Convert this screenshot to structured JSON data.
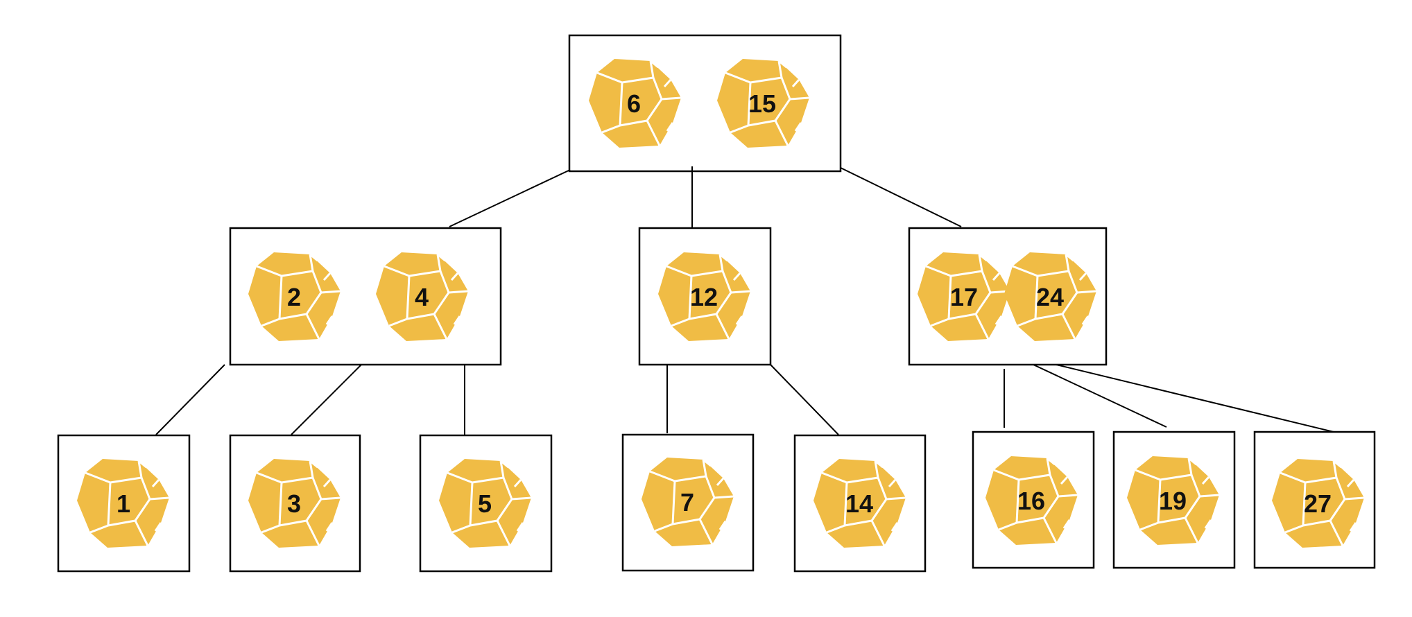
{
  "colors": {
    "die_fill": "#F0BC45",
    "die_lines": "#ffffff",
    "box_stroke": "#000000",
    "edge": "#000000",
    "text": "#111111"
  },
  "die_icon": "dodecahedron-die-icon",
  "tree": {
    "root": {
      "keys": [
        "6",
        "15"
      ]
    },
    "level1": [
      {
        "id": "left",
        "keys": [
          "2",
          "4"
        ]
      },
      {
        "id": "middle",
        "keys": [
          "12"
        ]
      },
      {
        "id": "right",
        "keys": [
          "17",
          "24"
        ]
      }
    ],
    "leaves": [
      {
        "id": "leaf-1",
        "keys": [
          "1"
        ]
      },
      {
        "id": "leaf-3",
        "keys": [
          "3"
        ]
      },
      {
        "id": "leaf-5",
        "keys": [
          "5"
        ]
      },
      {
        "id": "leaf-7",
        "keys": [
          "7"
        ]
      },
      {
        "id": "leaf-14",
        "keys": [
          "14"
        ]
      },
      {
        "id": "leaf-16",
        "keys": [
          "16"
        ]
      },
      {
        "id": "leaf-19",
        "keys": [
          "19"
        ]
      },
      {
        "id": "leaf-27",
        "keys": [
          "27"
        ]
      }
    ]
  }
}
